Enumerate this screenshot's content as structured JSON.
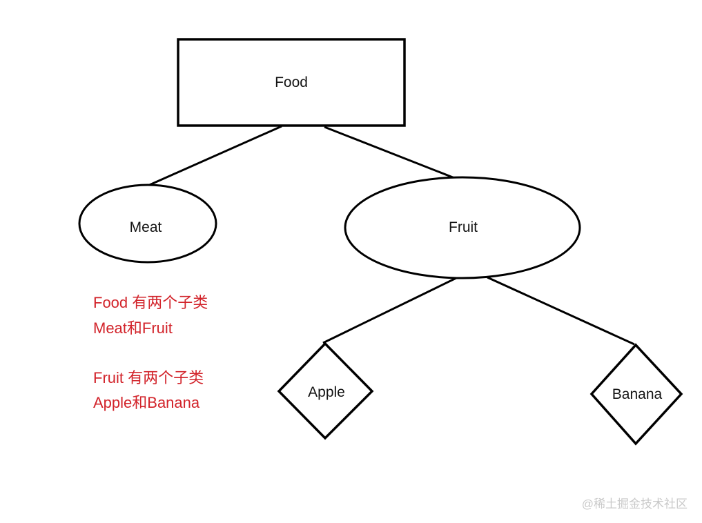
{
  "diagram": {
    "title_hint": "Food class hierarchy",
    "nodes": {
      "food": {
        "label": "Food",
        "shape": "rectangle"
      },
      "meat": {
        "label": "Meat",
        "shape": "ellipse"
      },
      "fruit": {
        "label": "Fruit",
        "shape": "ellipse"
      },
      "apple": {
        "label": "Apple",
        "shape": "diamond"
      },
      "banana": {
        "label": "Banana",
        "shape": "diamond"
      }
    },
    "edges": [
      {
        "from": "Food",
        "to": "Meat"
      },
      {
        "from": "Food",
        "to": "Fruit"
      },
      {
        "from": "Fruit",
        "to": "Apple"
      },
      {
        "from": "Fruit",
        "to": "Banana"
      }
    ],
    "annotations": {
      "color": "#d2232a",
      "block1": {
        "line1": "Food 有两个子类",
        "line2": "Meat和Fruit"
      },
      "block2": {
        "line1": "Fruit 有两个子类",
        "line2": "Apple和Banana"
      }
    },
    "colors": {
      "stroke": "#000000",
      "node_fill": "#ffffff",
      "label_text": "#141414",
      "watermark": "#c9c9c9",
      "background": "#ffffff"
    },
    "watermark": "@稀土掘金技术社区"
  }
}
